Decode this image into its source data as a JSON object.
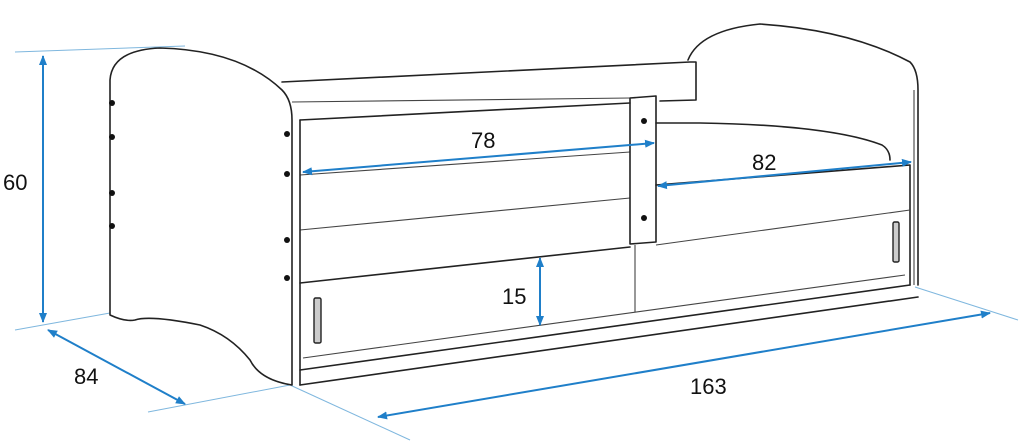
{
  "diagram": {
    "subject": "Children's bed with side rail and drawer - dimension drawing",
    "units": "cm",
    "colors": {
      "outline": "#222222",
      "dimension": "#1f7fc9",
      "background": "#ffffff"
    },
    "dimensions": {
      "height": "60",
      "depth": "84",
      "length": "163",
      "rail_length": "78",
      "opening_length": "82",
      "drawer_height": "15"
    }
  }
}
